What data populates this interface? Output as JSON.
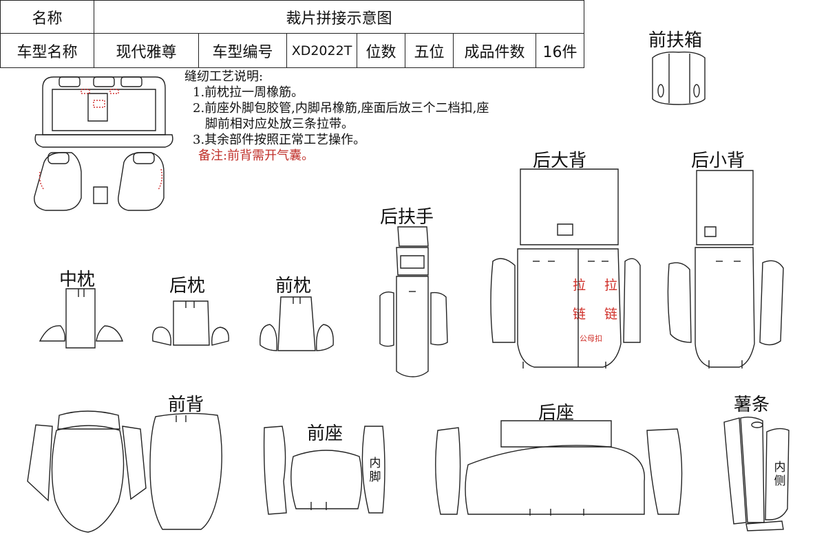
{
  "header_table": {
    "row1": {
      "name_label": "名称",
      "title": "裁片拼接示意图"
    },
    "row2": {
      "model_name_label": "车型名称",
      "model_name": "现代雅尊",
      "model_code_label": "车型编号",
      "model_code": "XD2022T",
      "seats_label": "位数",
      "seats": "五位",
      "pieces_label": "成品件数",
      "pieces": "16件"
    }
  },
  "notes": {
    "heading": "缝纫工艺说明:",
    "item1": "1.前枕拉一周橡筋。",
    "item2a": "2.前座外脚包胶管,内脚吊橡筋,座面后放三个二档扣,座",
    "item2b": "脚前相对应处放三条拉带。",
    "item3": "3.其余部件按照正常工艺操作。",
    "remark": "备注:前背需开气囊。"
  },
  "labels": {
    "front_box": "前扶箱",
    "rear_big_back": "后大背",
    "rear_small_back": "后小背",
    "rear_armrest": "后扶手",
    "middle_pillow": "中枕",
    "rear_pillow": "后枕",
    "front_pillow": "前枕",
    "front_back": "前背",
    "front_seat": "前座",
    "rear_seat": "后座",
    "potato_strip": "薯条"
  },
  "annotations": {
    "inner_foot": "内脚",
    "inner_side": "内侧",
    "zip1": "拉",
    "zip2": "拉",
    "chain1": "链",
    "chain2": "链",
    "male_female_buckle": "公母扣"
  },
  "colors": {
    "outline": "#222222",
    "accent_red": "#c0302a"
  }
}
